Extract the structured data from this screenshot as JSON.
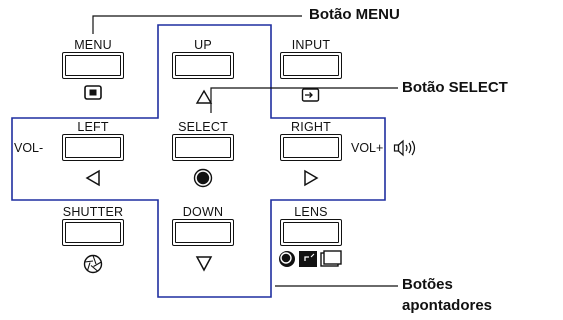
{
  "callouts": {
    "menu": "Botão MENU",
    "select": "Botão SELECT",
    "pointers_line1": "Botões",
    "pointers_line2": "apontadores"
  },
  "buttons": [
    {
      "key": "menu",
      "label": "MENU",
      "icon": "stop-square-icon"
    },
    {
      "key": "up",
      "label": "UP",
      "icon": "up-triangle-icon"
    },
    {
      "key": "input",
      "label": "INPUT",
      "icon": "input-source-icon"
    },
    {
      "key": "left",
      "label": "LEFT",
      "icon": "left-triangle-icon"
    },
    {
      "key": "select",
      "label": "SELECT",
      "icon": "filled-circle-icon"
    },
    {
      "key": "right",
      "label": "RIGHT",
      "icon": "right-triangle-icon"
    },
    {
      "key": "shutter",
      "label": "SHUTTER",
      "icon": "shutter-aperture-icon"
    },
    {
      "key": "down",
      "label": "DOWN",
      "icon": "down-triangle-icon"
    },
    {
      "key": "lens",
      "label": "LENS",
      "icon": "lens-focus-zoom-shift-icon"
    }
  ],
  "side_labels": {
    "vol_minus": "VOL-",
    "vol_plus": "VOL+"
  },
  "colors": {
    "pointer_frame": "#1f2fa0",
    "ink": "#111111"
  }
}
